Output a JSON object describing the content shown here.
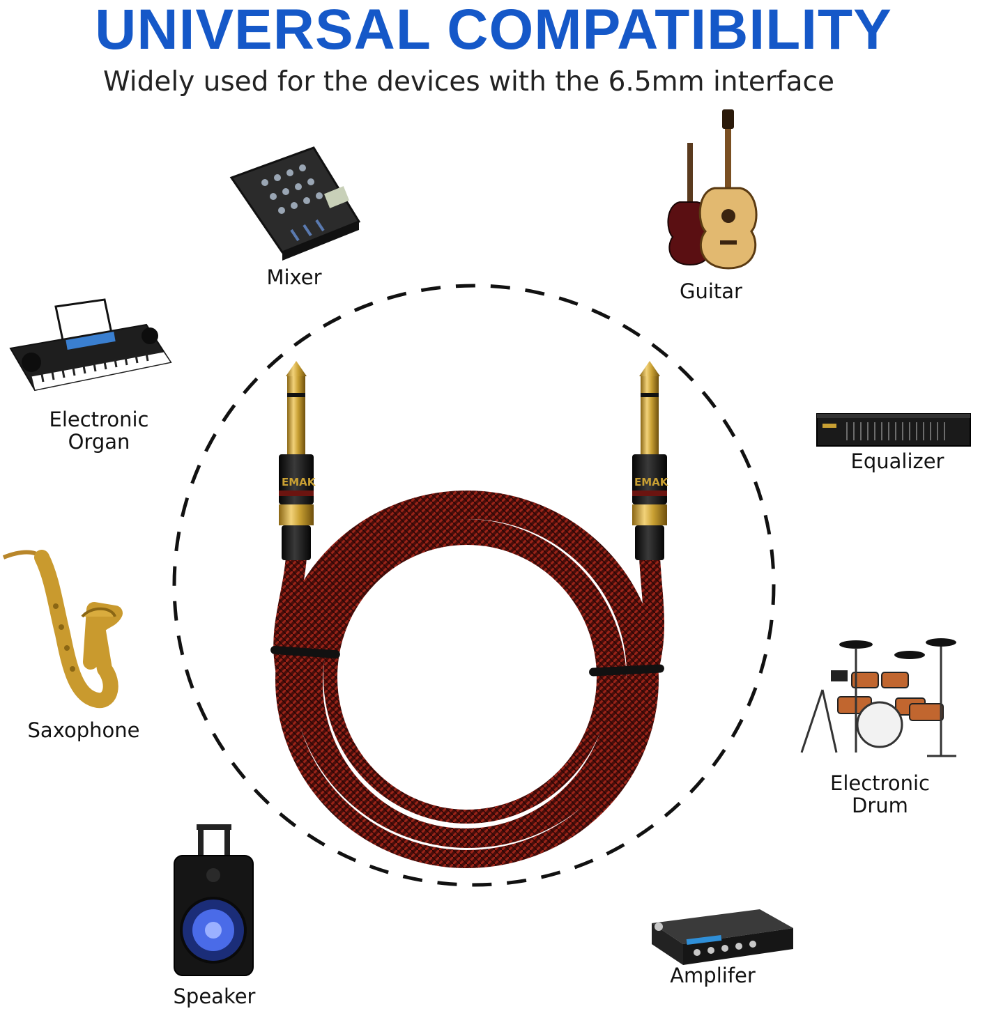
{
  "header": {
    "title": "UNIVERSAL COMPATIBILITY",
    "subtitle": "Widely used for the devices with the 6.5mm interface"
  },
  "devices": {
    "mixer": "Mixer",
    "guitar": "Guitar",
    "organ": "Electronic\nOrgan",
    "equalizer": "Equalizer",
    "saxophone": "Saxophone",
    "drum": "Electronic\nDrum",
    "speaker": "Speaker",
    "amplifier": "Amplifer"
  },
  "cable": {
    "brand": "EMAK"
  },
  "colors": {
    "headline": "#1558c8",
    "cable": "#6b1410",
    "gold": "#c9a033"
  }
}
